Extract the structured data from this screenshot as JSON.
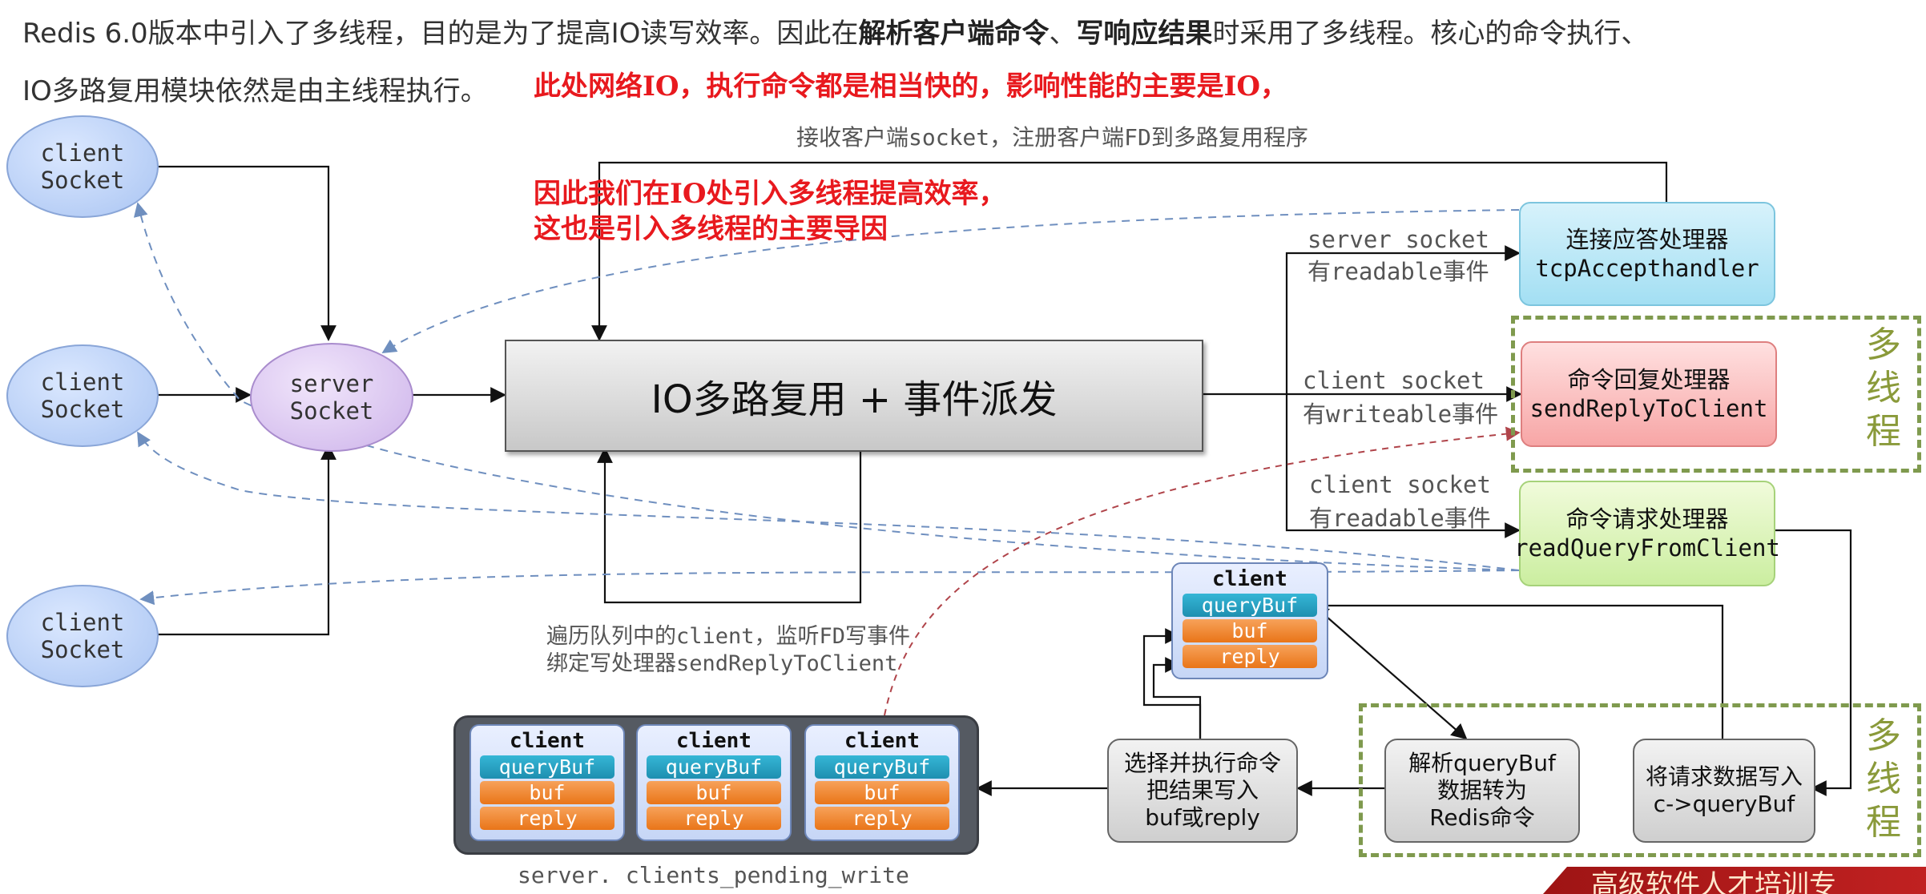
{
  "intro": {
    "line1_p1": "Redis 6.0版本中引入了多线程，目的是为了提高IO读写效率。因此在",
    "line1_b1": "解析客户端命令",
    "line1_p2": "、",
    "line1_b2": "写响应结果",
    "line1_p3": "时采用了多线程。核心的命令执行、",
    "line2": "IO多路复用模块依然是由主线程执行。"
  },
  "annotations": {
    "red1": "此处网络IO，执行命令都是相当快的，影响性能的主要是IO，",
    "red2": "因此我们在IO处引入多线程提高效率，",
    "red3": "这也是引入多线程的主要导因"
  },
  "labels": {
    "accept_top": "接收客户端socket，注册客户端FD到多路复用程序",
    "server_socket_1": "server socket",
    "server_socket_2": "有readable事件",
    "client_write_1": "client socket",
    "client_write_2": "有writeable事件",
    "client_read_1": "client socket",
    "client_read_2": "有readable事件",
    "traverse_1": "遍历队列中的client，监听FD写事件",
    "traverse_2": "绑定写处理器sendReplyToClient",
    "pending": "server. clients_pending_write"
  },
  "nodes": {
    "client_socket_a": [
      "client",
      "Socket"
    ],
    "client_socket_b": [
      "client",
      "Socket"
    ],
    "client_socket_c": [
      "client",
      "Socket"
    ],
    "server_socket": [
      "server",
      "Socket"
    ],
    "mux": "IO多路复用 + 事件派发",
    "accept_handler": [
      "连接应答处理器",
      "tcpAccepthandler"
    ],
    "reply_handler": [
      "命令回复处理器",
      "sendReplyToClient"
    ],
    "read_handler": [
      "命令请求处理器",
      "readQueryFromClient"
    ],
    "multi_thread": [
      "多",
      "线",
      "程"
    ],
    "step_write": [
      "将请求数据写入",
      "c->queryBuf"
    ],
    "step_parse": [
      "解析queryBuf",
      "数据转为",
      "Redis命令"
    ],
    "step_exec": [
      "选择并执行命令",
      "把结果写入",
      "buf或reply"
    ]
  },
  "client_struct": {
    "title": "client",
    "fields": [
      "queryBuf",
      "buf",
      "reply"
    ]
  },
  "banner": "高级软件人才培训专",
  "colors": {
    "red": "#e8191e",
    "dash_green": "#7f9a4e",
    "dash_arrow": "#6f8fbf",
    "dark_red_arrow": "#b0444a"
  }
}
